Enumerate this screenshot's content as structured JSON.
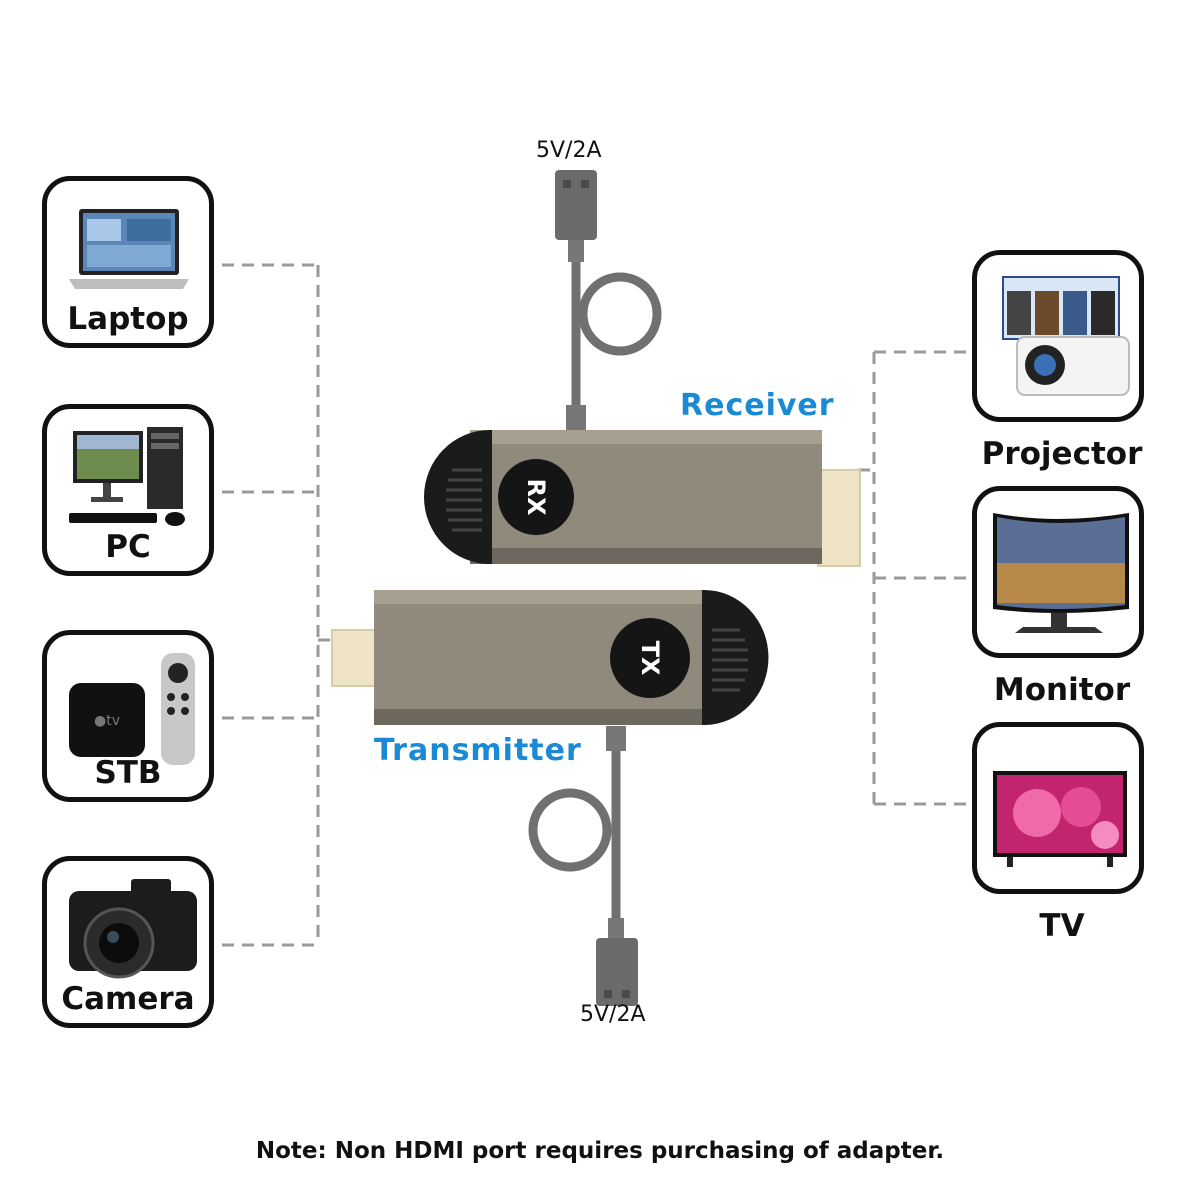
{
  "sources": [
    {
      "id": "laptop",
      "label": "Laptop",
      "icon": "laptop-icon"
    },
    {
      "id": "pc",
      "label": "PC",
      "icon": "desktop-pc-icon"
    },
    {
      "id": "stb",
      "label": "STB",
      "icon": "set-top-box-icon"
    },
    {
      "id": "camera",
      "label": "Camera",
      "icon": "camera-icon"
    }
  ],
  "displays": [
    {
      "id": "projector",
      "label": "Projector",
      "icon": "projector-icon"
    },
    {
      "id": "monitor",
      "label": "Monitor",
      "icon": "monitor-icon"
    },
    {
      "id": "tv",
      "label": "TV",
      "icon": "tv-icon"
    }
  ],
  "receiver": {
    "label": "Receiver",
    "badge": "RX",
    "power": "5V/2A"
  },
  "transmitter": {
    "label": "Transmitter",
    "badge": "TX",
    "power": "5V/2A"
  },
  "note": "Note: Non HDMI port requires purchasing of adapter.",
  "colors": {
    "accent": "#1a8ad4",
    "device_body": "#8f8a7c",
    "device_cap": "#1b1b1b",
    "cable": "#6a6a6a",
    "hdmi_plug": "#efe3c6",
    "dashed_line": "#9a9a9a"
  }
}
